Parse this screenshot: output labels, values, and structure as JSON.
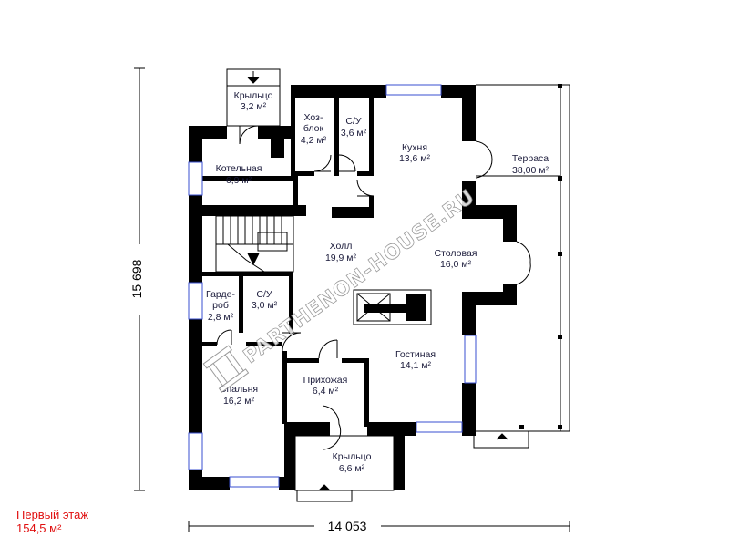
{
  "rooms": [
    {
      "id": "porch-top",
      "name": "Крыльцо",
      "area": "3,2 м²"
    },
    {
      "id": "utility",
      "name": "Хоз-\nблок",
      "area": "4,2 м²"
    },
    {
      "id": "bath-top",
      "name": "С/У",
      "area": "3,6 м²"
    },
    {
      "id": "kitchen",
      "name": "Кухня",
      "area": "13,6 м²"
    },
    {
      "id": "terrace",
      "name": "Терраса",
      "area": "38,00 м²"
    },
    {
      "id": "boiler",
      "name": "Котельная",
      "area": "6,9 м²"
    },
    {
      "id": "hall",
      "name": "Холл",
      "area": "19,9 м²"
    },
    {
      "id": "dining",
      "name": "Столовая",
      "area": "16,0 м²"
    },
    {
      "id": "wardrobe",
      "name": "Гарде-\nроб",
      "area": "2,8 м²"
    },
    {
      "id": "bath-mid",
      "name": "С/У",
      "area": "3,0 м²"
    },
    {
      "id": "living",
      "name": "Гостиная",
      "area": "14,1 м²"
    },
    {
      "id": "entry",
      "name": "Прихожая",
      "area": "6,4 м²"
    },
    {
      "id": "bedroom",
      "name": "Спальня",
      "area": "16,2 м²"
    },
    {
      "id": "porch-bottom",
      "name": "Крыльцо",
      "area": "6,6 м²"
    }
  ],
  "dimensions": {
    "width": "14 053",
    "height": "15 698"
  },
  "floor": {
    "title": "Первый этаж",
    "area": "154,5 м²"
  },
  "watermark": "PARTHENON-HOUSE.RU",
  "colors": {
    "wall": "#000000",
    "window": "#3a4fd0",
    "caption": "#e01010",
    "label": "#1a1a3a"
  }
}
